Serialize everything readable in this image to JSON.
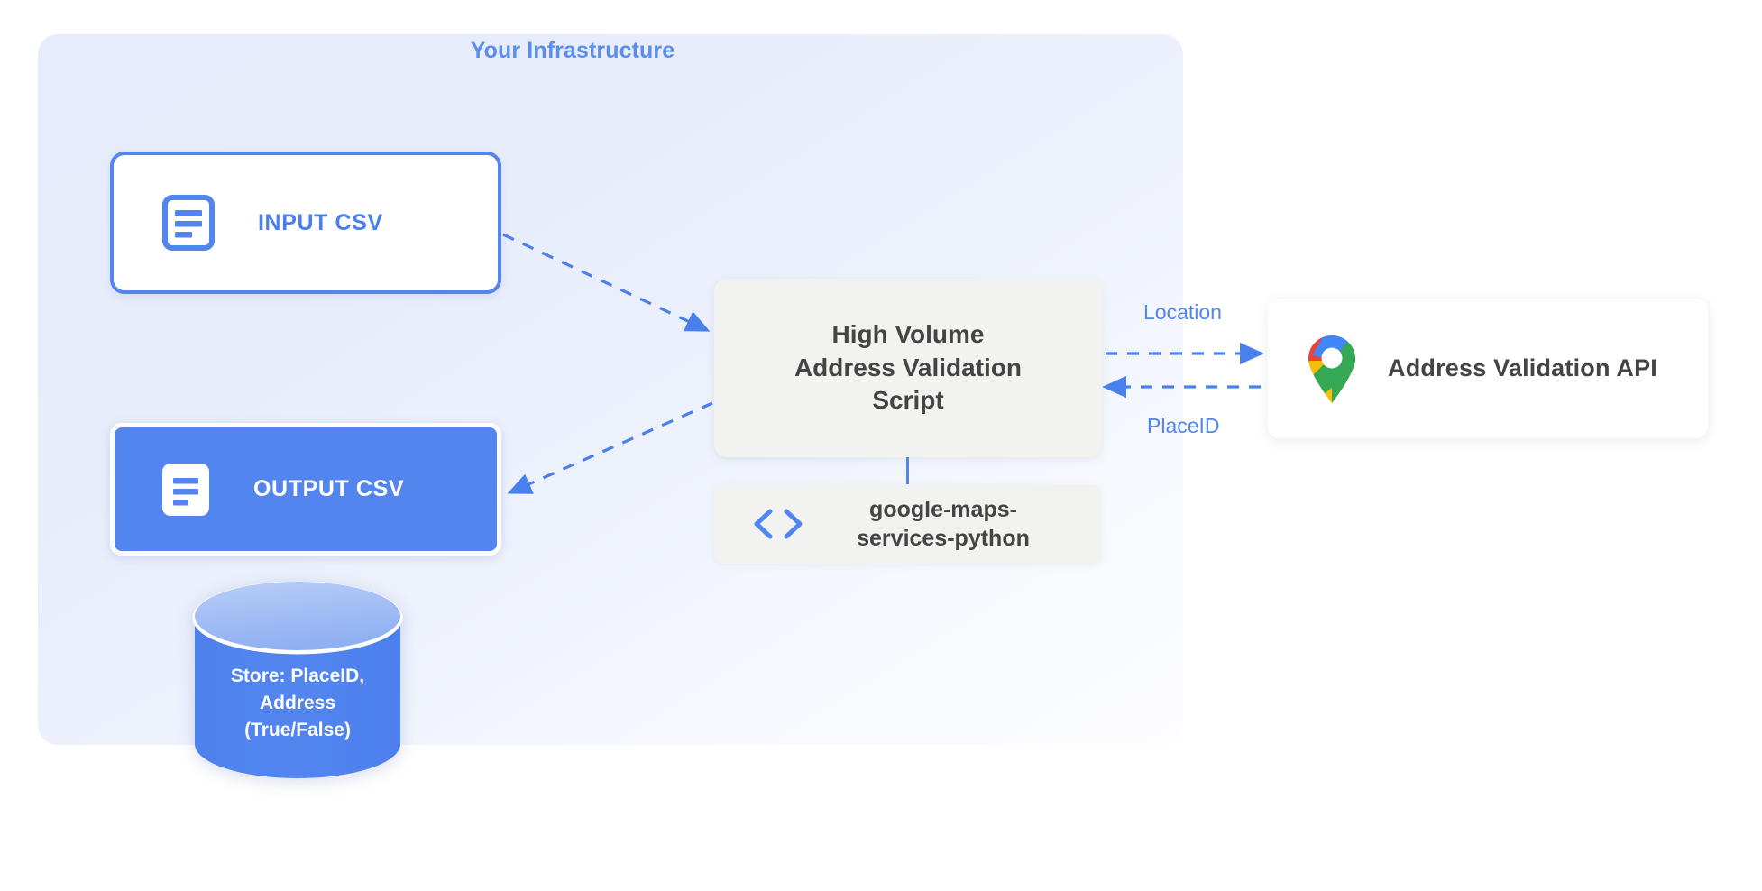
{
  "panel": {
    "title": "Your Infrastructure",
    "accent_color": "#5b8def",
    "background_gradient_from": "#e6ecfb",
    "background_gradient_to": "#fdfdff"
  },
  "nodes": {
    "input_csv": {
      "label": "INPUT CSV",
      "icon": "document-icon",
      "fill": "#ffffff",
      "border_color": "#5285ee",
      "text_color": "#4a80ee"
    },
    "output_csv": {
      "label": "OUTPUT CSV",
      "icon": "document-icon",
      "fill": "#5285ee",
      "border_color": "#ffffff",
      "text_color": "#ffffff"
    },
    "script": {
      "line1": "High Volume",
      "line2": "Address Validation",
      "line3": "Script",
      "fill": "#f2f2f0",
      "text_color": "#444444"
    },
    "library": {
      "line1": "google-maps-",
      "line2": "services-python",
      "icon": "code-brackets-icon",
      "icon_color": "#5285ee",
      "fill": "#f2f2f0",
      "text_color": "#444444"
    },
    "api": {
      "label": "Address Validation API",
      "icon": "google-maps-pin-icon",
      "fill": "#ffffff",
      "text_color": "#444444"
    },
    "database": {
      "line1": "Store: PlaceID,",
      "line2": "Address",
      "line3": "(True/False)",
      "body_color": "#5285ee",
      "top_color": "#9ab8f3",
      "text_color": "#ffffff"
    }
  },
  "edges": {
    "location_label": "Location",
    "placeid_label": "PlaceID",
    "stroke_color": "#4a80ee",
    "style": "dashed"
  },
  "brand_colors": {
    "google_blue": "#4285F4",
    "google_red": "#EA4335",
    "google_yellow": "#FBBC04",
    "google_green": "#34A853",
    "accent_blue": "#5285ee"
  }
}
